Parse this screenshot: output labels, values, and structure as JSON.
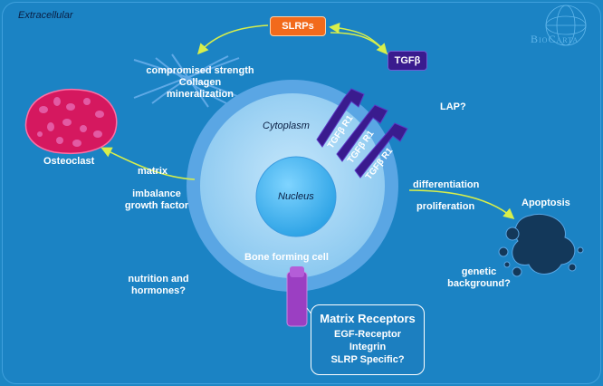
{
  "labels": {
    "extracellular": "Extracellular",
    "cytoplasm": "Cytoplasm",
    "nucleus": "Nucleus",
    "slrps": "SLRPs",
    "tgfb": "TGFβ",
    "lap": "LAP?",
    "tgfbr1_a": "TGFβ R1",
    "tgfbr1_b": "TGFβ R1",
    "tgfbr1_c": "TGFβ R1",
    "strength": "compromised strength",
    "collagen": "Collagen",
    "mineral": "mineralization",
    "osteoclast": "Osteoclast",
    "matrix": "matrix",
    "imbalance": "imbalance",
    "growth": "growth factor",
    "differentiation": "differentiation",
    "proliferation": "proliferation",
    "apoptosis": "Apoptosis",
    "genetic": "genetic",
    "background": "background?",
    "nutrition": "nutrition and",
    "hormones": "hormones?",
    "bone_cell": "Bone forming cell",
    "receptors_title": "Matrix Receptors",
    "egf": "EGF-Receptor",
    "integrin": "Integrin",
    "slrp_specific": "SLRP Specific?",
    "logo": "BioCarta"
  },
  "colors": {
    "background": "#1b83c4",
    "cell_outer": "#5aa6e4",
    "cell_inner": "#a9d8f6",
    "nucleus": "#56bdf0",
    "receptor": "#3a1b8e",
    "slrps": "#f26a1b",
    "osteoclast": "#d5185f",
    "apoptosis": "#13385a",
    "arrow": "#d8ef4a",
    "matrix_receptor": "#9b3fc2"
  }
}
